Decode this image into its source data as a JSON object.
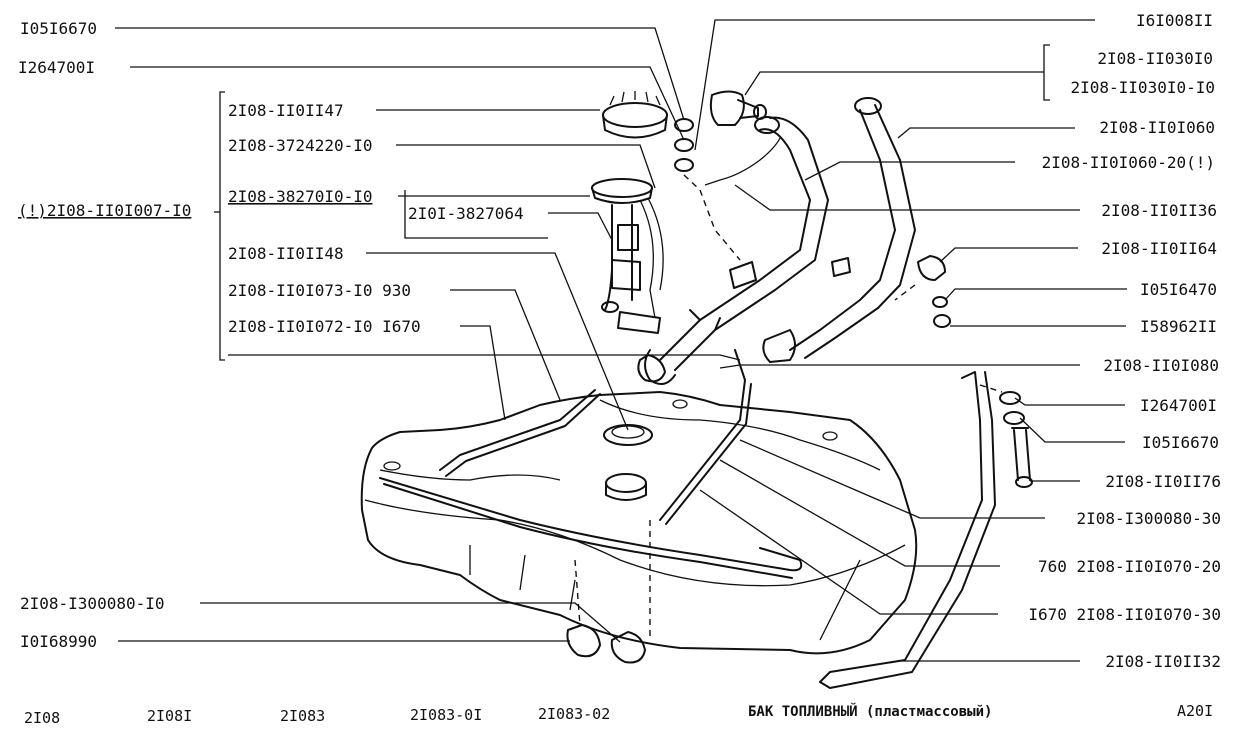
{
  "labels": {
    "l_1051667_top": "I05I6670",
    "l_1264700_top": "I264700I",
    "l_2108_1101147": "2I08-II0II47",
    "l_2108_3724220": "2I08-3724220-I0",
    "l_2108_1101007": "(!)2I08-II0I007-I0",
    "l_2108_382701": "2I08-38270I0-I0",
    "l_2101_3827064": "2I0I-3827064",
    "l_2108_1101148": "2I08-II0II48",
    "l_2108_1101073": "2I08-II0I073-I0 930",
    "l_2108_1101072": "2I08-II0I072-I0 I670",
    "l_2108_1300080_10": "2I08-I300080-I0",
    "l_1016899": "I0I68990",
    "l_1610081": "I6I008II",
    "l_2108_1103010": "2I08-II030I0",
    "l_2108_1103010_10": "2I08-II030I0-I0",
    "l_2108_1101060": "2I08-II0I060",
    "l_2108_1101060_20": "2I08-II0I060-20(!)",
    "l_2108_1101136": "2I08-II0II36",
    "l_2108_1101164": "2I08-II0II64",
    "l_1051647": "I05I6470",
    "l_1589621": "I58962II",
    "l_2108_1101080": "2I08-II0I080",
    "l_1264700_r": "I264700I",
    "l_1051667_r": "I05I6670",
    "l_2108_1101176": "2I08-II0II76",
    "l_2108_1300080_30": "2I08-I300080-30",
    "l_760_2108_1101070_20": "760 2I08-II0I070-20",
    "l_1670_2108_1101070_30": "I670 2I08-II0I070-30",
    "l_2108_1101132": "2I08-II0II32"
  },
  "footer": {
    "models": [
      "2I08",
      "2I08I",
      "2I083",
      "2I083-0I",
      "2I083-02"
    ],
    "title": "БАК ТОПЛИВНЫЙ (пластмассовый)",
    "code": "А20I"
  }
}
